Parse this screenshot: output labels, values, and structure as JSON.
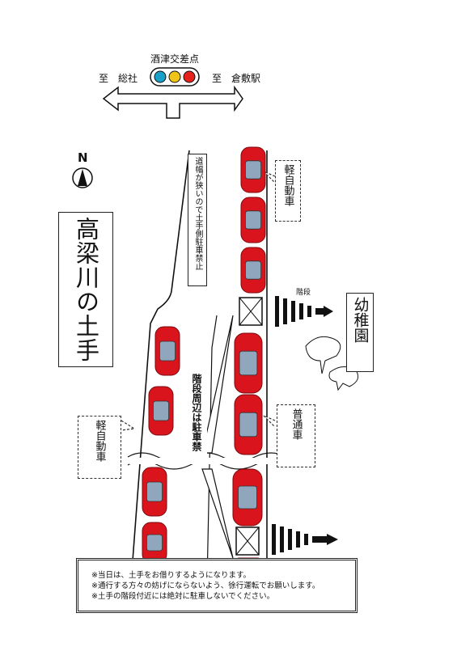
{
  "intersection": {
    "name": "酒津交差点",
    "left_dest": "至　総社",
    "right_dest": "至　倉敷駅",
    "signal_colors": [
      "#18a0c8",
      "#f0c419",
      "#e5231b"
    ]
  },
  "compass": {
    "label": "N"
  },
  "title": "高梁川の土手",
  "narrow_notice": "道幅が狭いので土手側駐車禁止",
  "kei_top": "軽自動車",
  "kei_left": "軽自動車",
  "stairs_label": "階段",
  "kindergarten": "幼稚園",
  "stair_notice": "階段周辺は駐車禁",
  "futsu": "普通車",
  "notes": [
    "※当日は、土手をお借りするようになります。",
    "※通行する方々の妨げにならないよう、徐行運転でお願いします。",
    "※土手の階段付近には絶対に駐車しないでください。"
  ],
  "colors": {
    "car": "#d9141c",
    "window": "#8fa6bd",
    "line": "#111111"
  }
}
